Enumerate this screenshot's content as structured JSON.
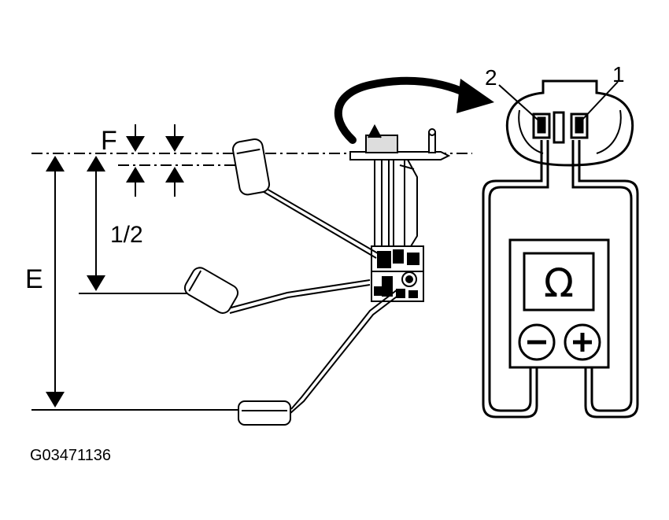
{
  "labels": {
    "F": "F",
    "half": "1/2",
    "E": "E",
    "pin2": "2",
    "pin1": "1",
    "ohm": "Ω",
    "minus": "−",
    "plus": "+",
    "figure_code": "G03471136"
  }
}
